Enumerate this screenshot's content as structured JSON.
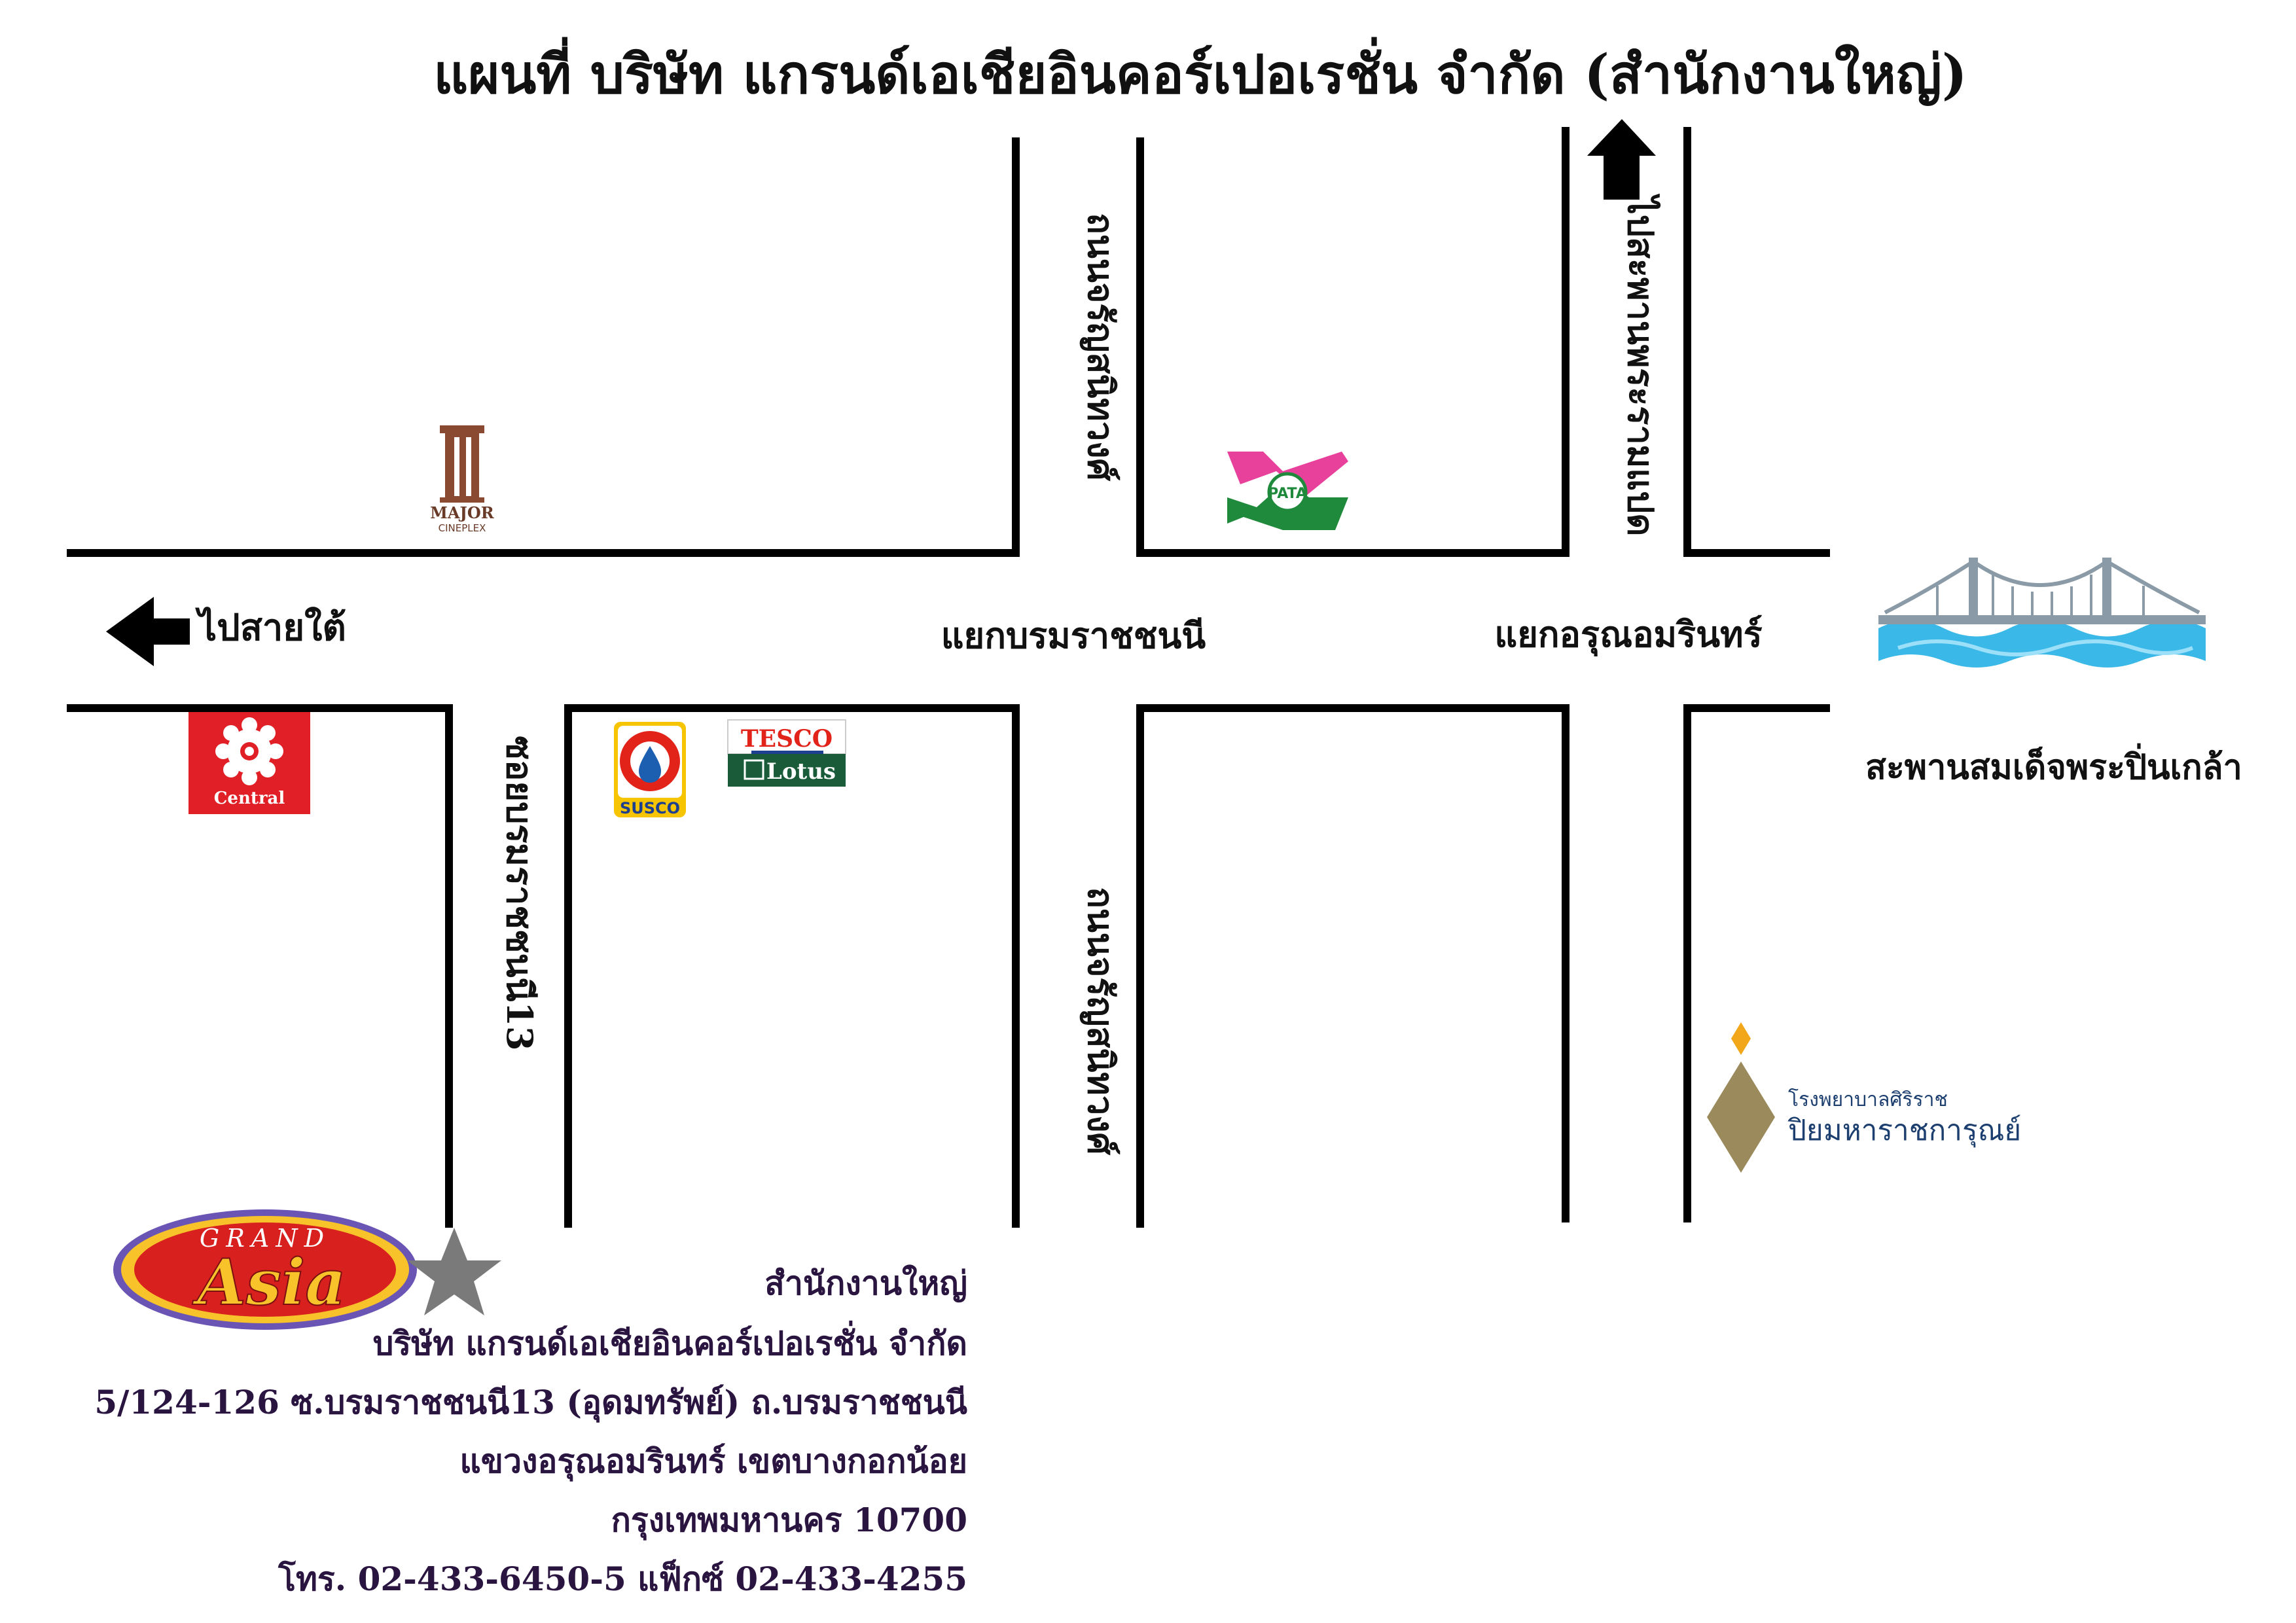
{
  "title": "แผนที่ บริษัท แกรนด์เอเชียอินคอร์เปอเรชั่น จำกัด (สำนักงานใหญ่)",
  "roads": {
    "charan_north": "ถนนจรัญสนิทวงศ์",
    "charan_south": "ถนนจรัญสนิทวงศ์",
    "soi_13": "ซอยบรมราชชนนี13",
    "to_bridge_8": "ไปสะพานพระรามแปด"
  },
  "directions": {
    "to_south": "ไปสายใต้"
  },
  "junctions": {
    "borommaratchachonnani": "แยกบรมราชชนนี",
    "arun_amarin": "แยกอรุณอมรินทร์"
  },
  "landmarks": {
    "bridge_name": "สะพานสมเด็จพระปิ่นเกล้า",
    "hospital_line1": "โรงพยาบาลศิริราช",
    "hospital_line2": "ปิยมหาราชการุณย์",
    "major_line1": "MAJOR",
    "major_line2": "CINEPLEX",
    "pata": "PATA",
    "central": "Central",
    "susco": "SUSCO",
    "tesco_top": "TESCO",
    "tesco_bottom": "Lotus"
  },
  "logo": {
    "top": "GRAND",
    "main": "Asia"
  },
  "address": {
    "line1": "สำนักงานใหญ่",
    "line2": "บริษัท แกรนด์เอเชียอินคอร์เปอเรชั่น จำกัด",
    "line3": "5/124-126 ซ.บรมราชชนนี13 (อุดมทรัพย์) ถ.บรมราชชนนี",
    "line4": "แขวงอรุณอมรินทร์ เขตบางกอกน้อย",
    "line5": "กรุงเทพมหานคร 10700",
    "line6": "โทร. 02-433-6450-5 แฟ็กซ์ 02-433-4255"
  },
  "colors": {
    "road_edge": "#000000",
    "central_red": "#e01f26",
    "pata_pink": "#e8419b",
    "pata_green": "#1f8a3c",
    "tesco_green": "#1a5c3a",
    "susco_red": "#e2231a",
    "susco_yellow": "#f6c400",
    "asia_red": "#d8201f",
    "hospital_gold": "#9b8a5c",
    "star_gray": "#7a7a7a",
    "water_blue": "#3ab8e8"
  }
}
